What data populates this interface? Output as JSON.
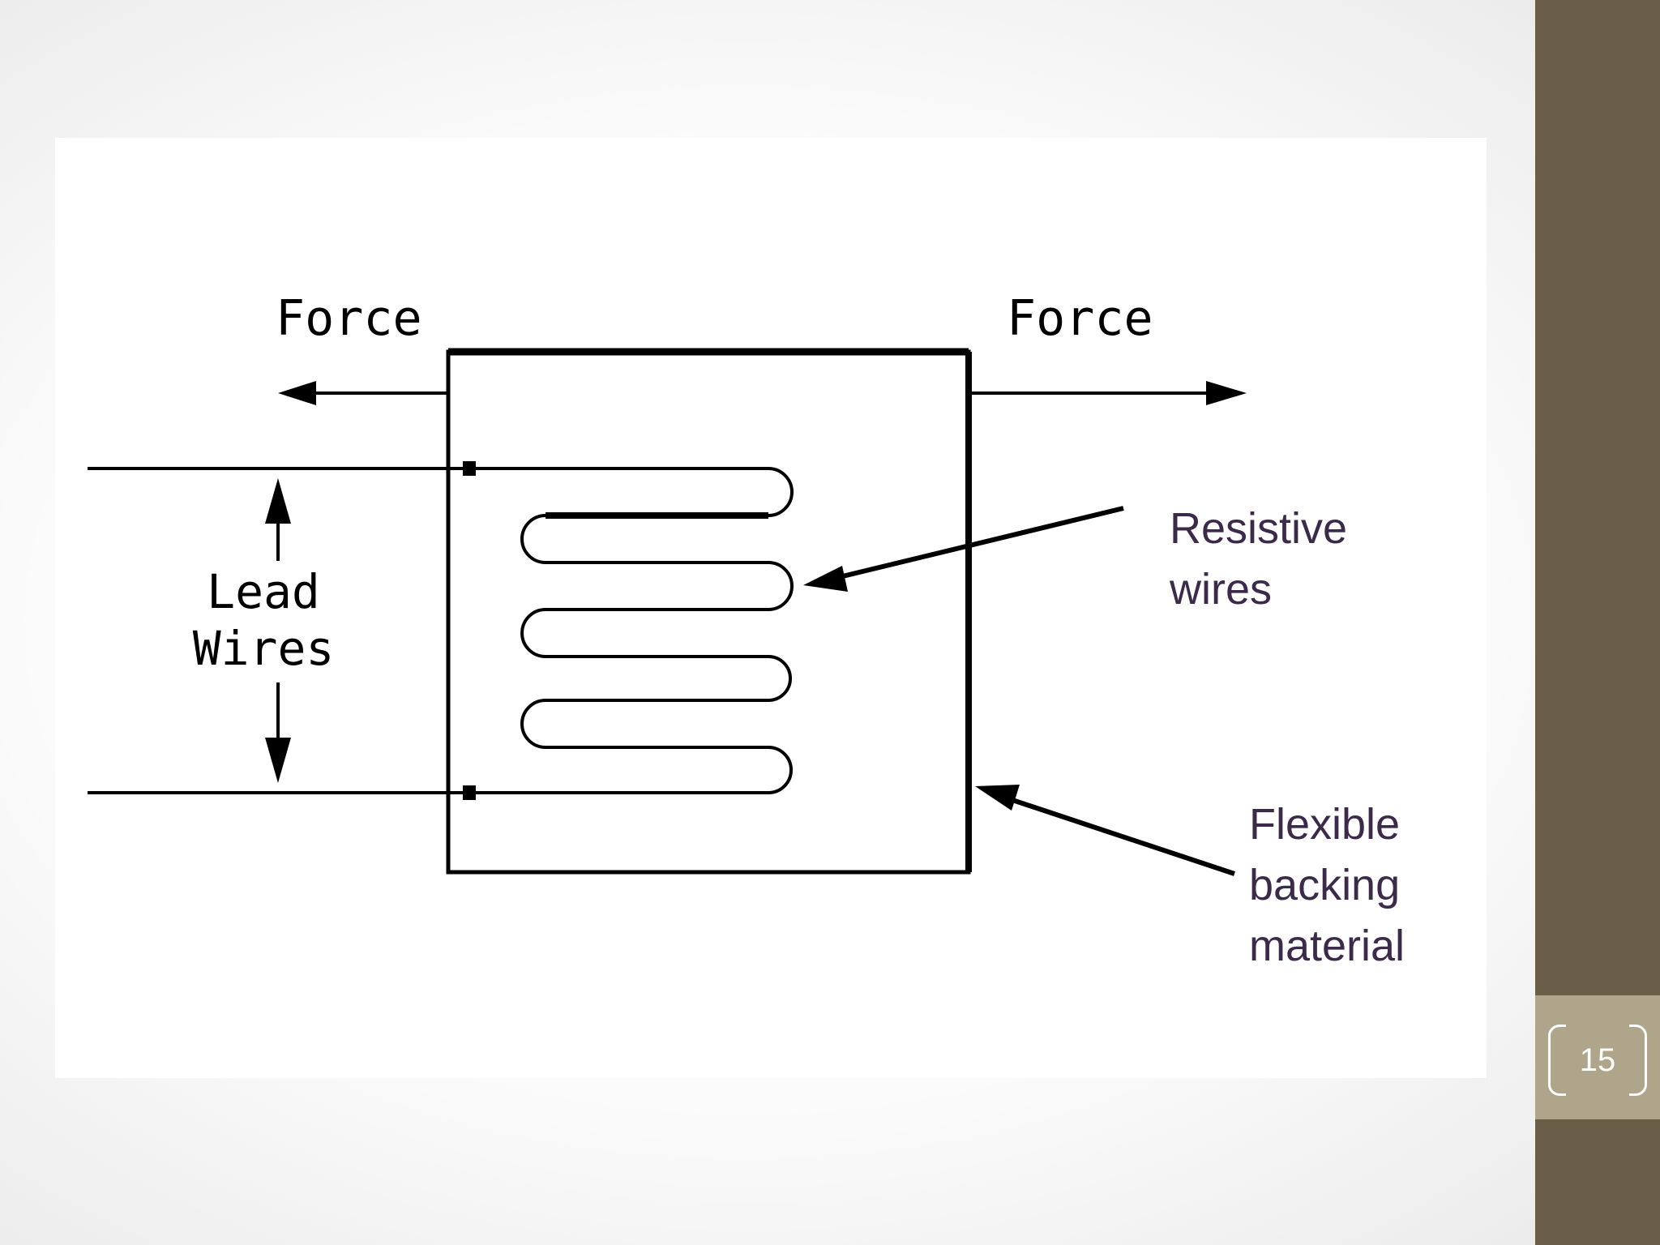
{
  "diagram": {
    "force_left_label": "Force",
    "force_right_label": "Force",
    "lead_wires_label": [
      "Lead",
      "Wires"
    ],
    "resistive_wires_label": [
      "Resistive",
      "wires"
    ],
    "flexible_backing_label": [
      "Flexible",
      "backing",
      "material"
    ]
  },
  "slide": {
    "page_number": "15"
  },
  "colors": {
    "side_bar": "#6b5e48",
    "page_tab": "#aea58a",
    "line": "#000000",
    "callout_text": "#3b2a4a"
  }
}
